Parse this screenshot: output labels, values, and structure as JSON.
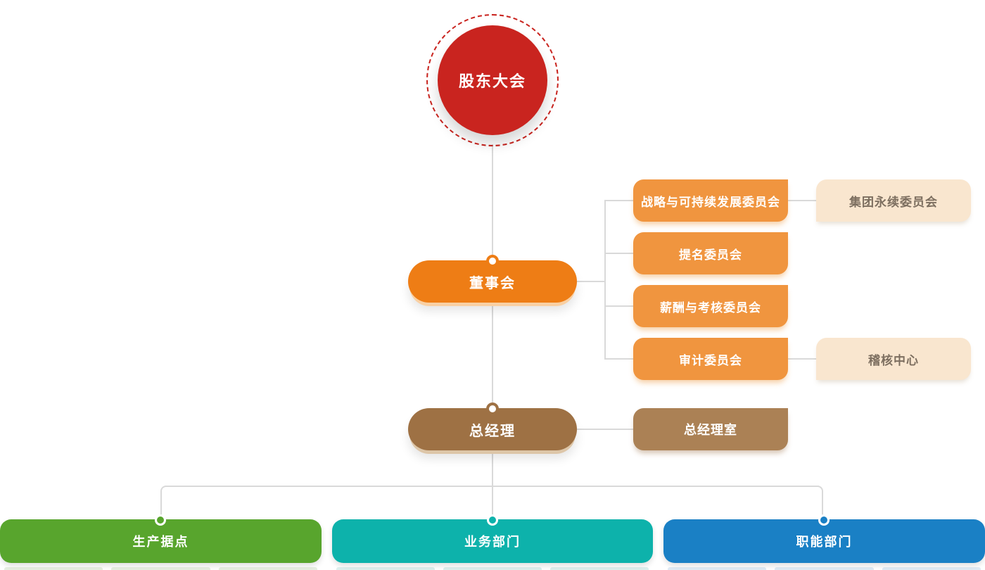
{
  "org": {
    "shareholders": {
      "label": "股东大会"
    },
    "board": {
      "label": "董事会"
    },
    "committees": [
      {
        "label": "战略与可持续发展委员会",
        "attached": {
          "label": "集团永续委员会"
        }
      },
      {
        "label": "提名委员会"
      },
      {
        "label": "薪酬与考核委员会"
      },
      {
        "label": "审计委员会",
        "attached": {
          "label": "稽核中心"
        }
      }
    ],
    "general_manager": {
      "label": "总经理"
    },
    "gm_office": {
      "label": "总经理室"
    },
    "departments": [
      {
        "label": "生产据点",
        "color": "#58a52d",
        "tint": "#e7efe2"
      },
      {
        "label": "业务部门",
        "color": "#0db2ab",
        "tint": "#def0ee"
      },
      {
        "label": "职能部门",
        "color": "#1a80c5",
        "tint": "#e0ebf5"
      }
    ]
  },
  "colors": {
    "shareholders": "#c9241f",
    "board": "#ee7d15",
    "committee": "#f0953f",
    "attached_bg": "#f9e6cf",
    "attached_text": "#7d6f60",
    "general_manager": "#9e7144",
    "gm_office": "#ab8155",
    "connector": "#d9d9d9"
  }
}
